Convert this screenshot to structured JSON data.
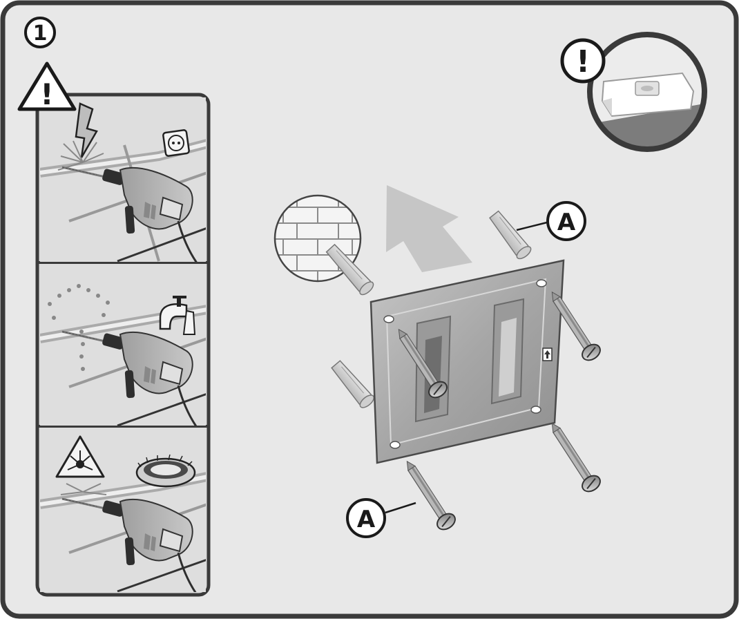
{
  "step": {
    "number": "1"
  },
  "warning": {
    "symbol": "!"
  },
  "level_callout": {
    "symbol": "!"
  },
  "callouts": [
    {
      "letter": "A"
    },
    {
      "letter": "A"
    }
  ],
  "warning_panels": [
    {
      "hazard": "electric-cable",
      "icon": "power-socket-icon"
    },
    {
      "hazard": "water-pipe",
      "icon": "water-tap-icon"
    },
    {
      "hazard": "gas-pipe",
      "icon": "gas-burner-icon"
    }
  ],
  "colors": {
    "page_bg": "#e8e8e8",
    "frame": "#3a3a3a",
    "metal": "#a8a8a8",
    "arrow": "#c4c4c4"
  }
}
